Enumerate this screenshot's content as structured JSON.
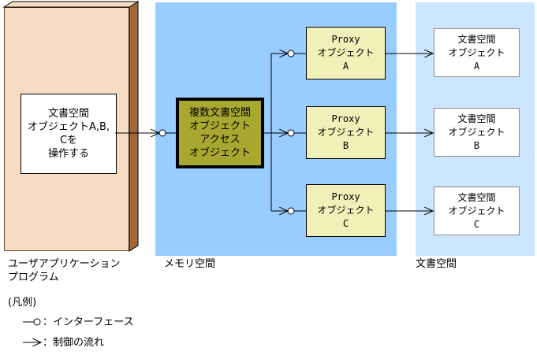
{
  "regions": {
    "user_program": "ユーザアプリケーション\nプログラム",
    "memory_space": "メモリ空間",
    "document_space": "文書空間"
  },
  "user_box": {
    "line1": "文書空間",
    "line2": "オブジェクトA,B,",
    "line3": "Cを",
    "line4": "操作する"
  },
  "multi_access": {
    "line1": "複数文書空間",
    "line2": "オブジェクト",
    "line3": "アクセス",
    "line4": "オブジェクト"
  },
  "proxies": [
    {
      "line1": "Proxy",
      "line2": "オブジェクト",
      "line3": "A"
    },
    {
      "line1": "Proxy",
      "line2": "オブジェクト",
      "line3": "B"
    },
    {
      "line1": "Proxy",
      "line2": "オブジェクト",
      "line3": "C"
    }
  ],
  "documents": [
    {
      "line1": "文書空間",
      "line2": "オブジェクト",
      "line3": "A"
    },
    {
      "line1": "文書空間",
      "line2": "オブジェクト",
      "line3": "B"
    },
    {
      "line1": "文書空間",
      "line2": "オブジェクト",
      "line3": "C"
    }
  ],
  "legend": {
    "title": "(凡例)",
    "interface": "：インターフェース",
    "control_flow": "：制御の流れ"
  },
  "colors": {
    "user_region": "#f7dcc4",
    "user_region_side": "#a06a3a",
    "memory_region": "#99ccff",
    "document_region": "#cce6ff",
    "multi_access_fill": "#a8a830",
    "proxy_fill": "#f0f0b8"
  }
}
